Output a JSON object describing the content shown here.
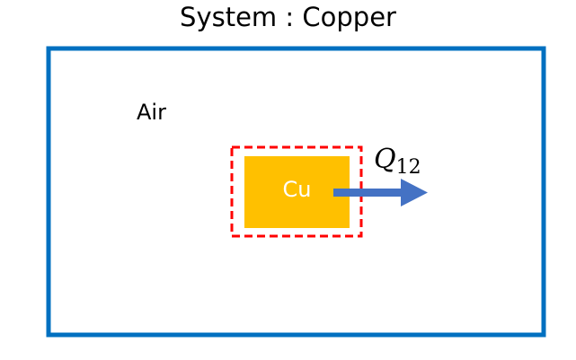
{
  "title": "System : Copper",
  "surroundings": {
    "label": "Air"
  },
  "system": {
    "label": "Cu"
  },
  "heat_transfer": {
    "symbol": "Q",
    "subscript": "12",
    "direction": "right-arrow-icon"
  },
  "colors": {
    "surroundings_border": "#0070C0",
    "system_fill": "#FFC000",
    "system_boundary": "#FF0000",
    "arrow": "#4472C4",
    "system_text": "#FFFFFF"
  }
}
